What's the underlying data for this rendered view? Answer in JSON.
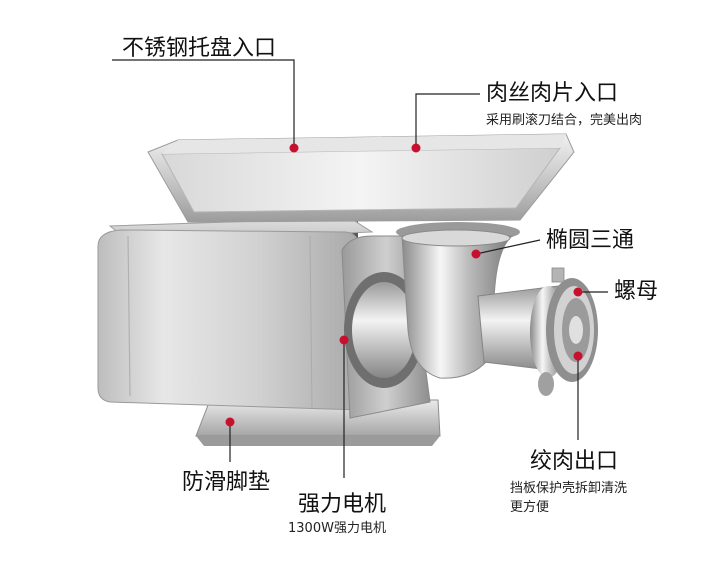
{
  "callouts": {
    "tray": {
      "title": "不锈钢托盘入口"
    },
    "inlet": {
      "title": "肉丝肉片入口",
      "note": "采用刷滚刀结合，完美出肉"
    },
    "tee": {
      "title": "椭圆三通"
    },
    "nut": {
      "title": "螺母"
    },
    "outlet": {
      "title": "绞肉出口",
      "note_line1": "挡板保护壳拆卸清洗",
      "note_line2": "更方便"
    },
    "feet": {
      "title": "防滑脚垫"
    },
    "motor": {
      "title": "强力电机",
      "note": "1300W强力电机"
    }
  },
  "colors": {
    "marker": "#c8102e",
    "leader": "#222222"
  }
}
